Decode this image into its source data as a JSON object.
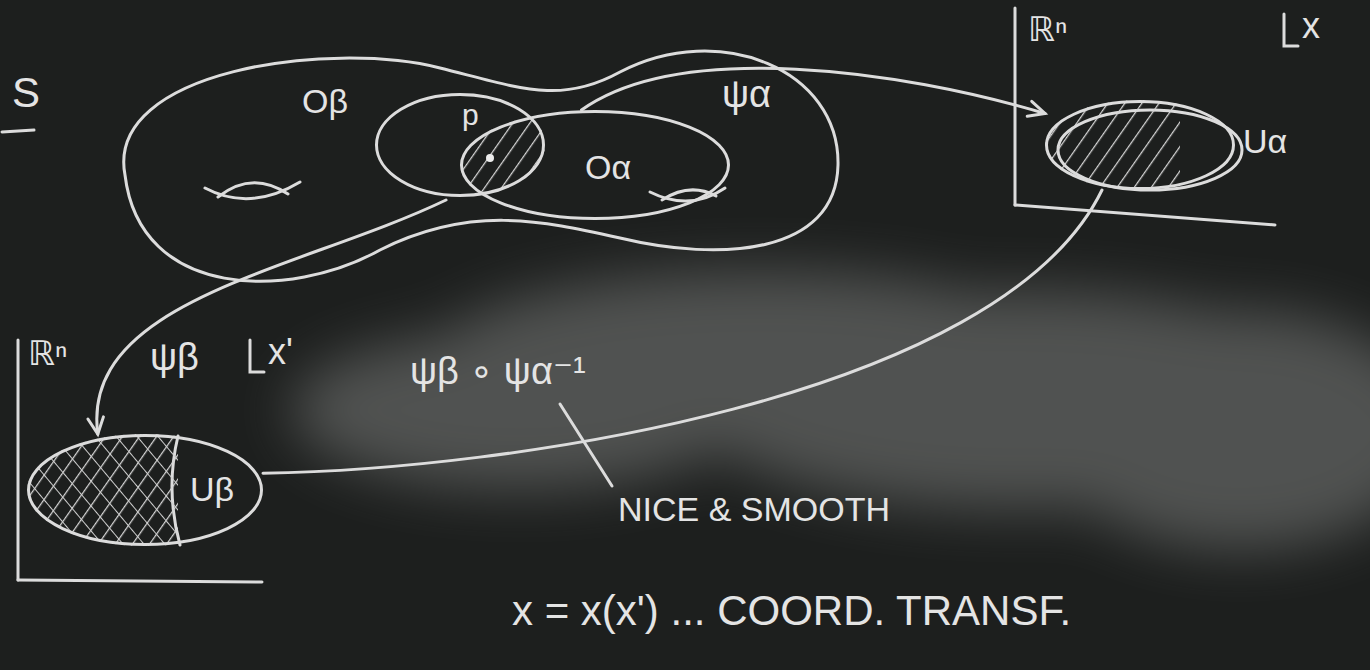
{
  "diagram": {
    "nodes": [
      {
        "text": [
          "Oβ"
        ]
      },
      {
        "text": [
          "Oα"
        ]
      },
      {
        "text": [
          "Uα"
        ]
      },
      {
        "text": [
          "Uβ"
        ]
      }
    ],
    "edges": [
      {
        "from": 1,
        "to": 2,
        "arrow": "to",
        "label": "ψα"
      },
      {
        "from": 0,
        "to": 3,
        "arrow": "to",
        "label": "ψβ"
      },
      {
        "from": 2,
        "to": 3,
        "arrow": "none",
        "label": "ψβ ∘ ψα⁻¹"
      }
    ],
    "labels": [
      "S",
      "p",
      "ℝⁿ",
      "x",
      "ℝⁿ",
      "x'",
      "NICE & SMOOTH",
      "x = x(x') ... COORD. TRANSF."
    ]
  }
}
